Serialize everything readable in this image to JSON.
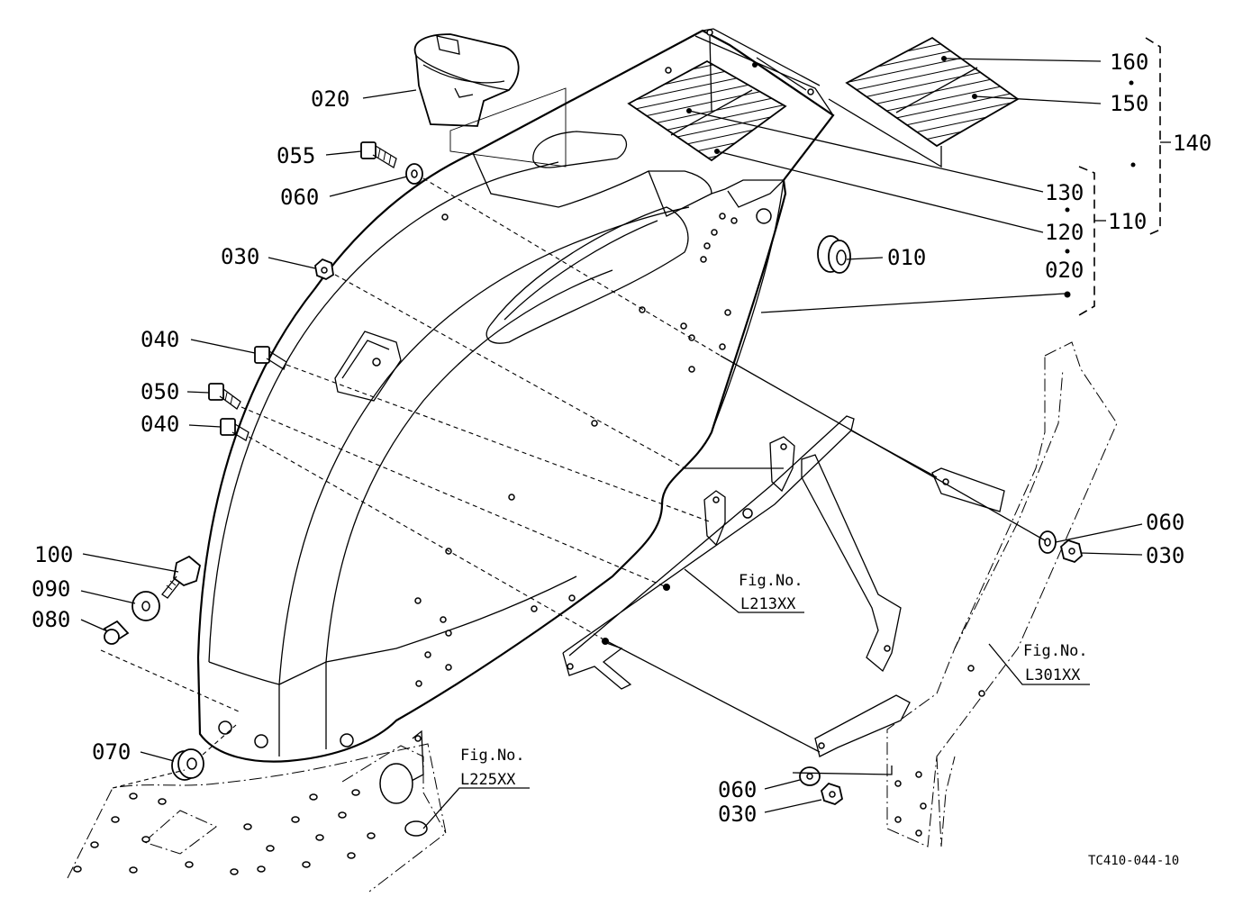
{
  "diagram": {
    "parts": [
      {
        "id": "010"
      },
      {
        "id": "020"
      },
      {
        "id": "030"
      },
      {
        "id": "040"
      },
      {
        "id": "050"
      },
      {
        "id": "055"
      },
      {
        "id": "060"
      },
      {
        "id": "070"
      },
      {
        "id": "080"
      },
      {
        "id": "090"
      },
      {
        "id": "100"
      },
      {
        "id": "110"
      },
      {
        "id": "120"
      },
      {
        "id": "130"
      },
      {
        "id": "140"
      },
      {
        "id": "150"
      },
      {
        "id": "160"
      }
    ],
    "labels": {
      "l020a": "020",
      "l055": "055",
      "l060a": "060",
      "l030a": "030",
      "l040a": "040",
      "l050": "050",
      "l040b": "040",
      "l100": "100",
      "l090": "090",
      "l080": "080",
      "l070": "070",
      "l010": "010",
      "l130": "130",
      "l120": "120",
      "l020b": "020",
      "l110": "110",
      "l140": "140",
      "l160": "160",
      "l150": "150",
      "l060b": "060",
      "l030b": "030",
      "l060c": "060",
      "l030c": "030"
    },
    "figure_refs": [
      {
        "prefix": "Fig.No.",
        "ref": "L213XX"
      },
      {
        "prefix": "Fig.No.",
        "ref": "L301XX"
      },
      {
        "prefix": "Fig.No.",
        "ref": "L225XX"
      }
    ],
    "drawing_code": "TC410-044-10"
  }
}
